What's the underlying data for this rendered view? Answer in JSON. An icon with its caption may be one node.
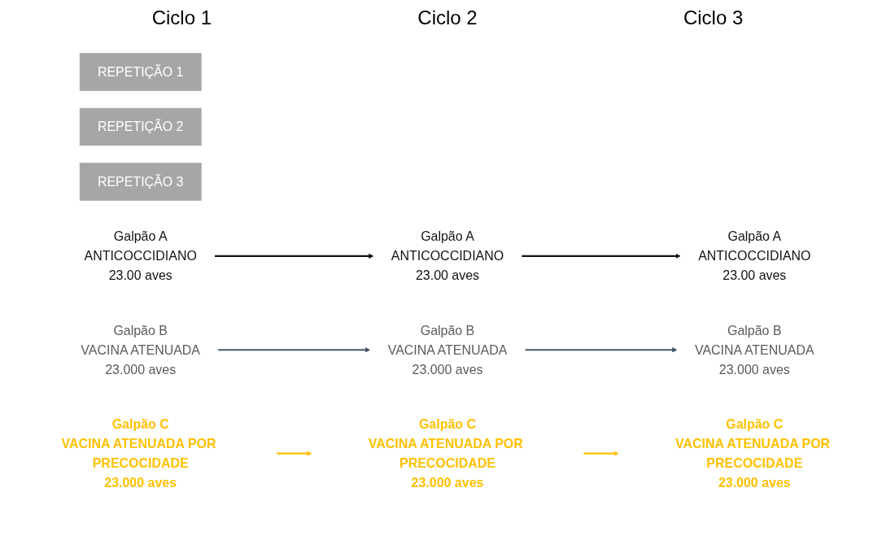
{
  "diagram": {
    "nodes": [
      {
        "text": [
          "REPETIÇÃO 1"
        ]
      },
      {
        "text": [
          "REPETIÇÃO 2"
        ]
      },
      {
        "text": [
          "REPETIÇÃO 3"
        ]
      },
      {
        "text": [
          "Galpão A",
          "ANTICOCCIDIANO",
          "23.00 aves"
        ]
      },
      {
        "text": [
          "Galpão A",
          "ANTICOCCIDIANO",
          "23.00 aves"
        ]
      },
      {
        "text": [
          "Galpão A",
          "ANTICOCCIDIANO",
          "23.00 aves"
        ]
      },
      {
        "text": [
          "Galpão B",
          "VACINA ATENUADA",
          "23.000 aves"
        ]
      },
      {
        "text": [
          "Galpão B",
          "VACINA ATENUADA",
          "23.000 aves"
        ]
      },
      {
        "text": [
          "Galpão B",
          "VACINA ATENUADA",
          "23.000 aves"
        ]
      },
      {
        "text": [
          "Galpão C",
          "VACINA ATENUADA POR PRECOCIDADE",
          "23.000 aves"
        ]
      },
      {
        "text": [
          "Galpão C",
          "VACINA ATENUADA POR PRECOCIDADE",
          "23.000 aves"
        ]
      },
      {
        "text": [
          "Galpão C",
          "VACINA ATENUADA POR PRECOCIDADE",
          "23.000 aves"
        ]
      }
    ],
    "edges": [
      {
        "from": 3,
        "to": 4,
        "arrow": "to",
        "color": "#111111"
      },
      {
        "from": 4,
        "to": 5,
        "arrow": "to",
        "color": "#111111"
      },
      {
        "from": 6,
        "to": 7,
        "arrow": "to",
        "color": "#44546a"
      },
      {
        "from": 7,
        "to": 8,
        "arrow": "to",
        "color": "#44546a"
      },
      {
        "from": 9,
        "to": 10,
        "arrow": "to",
        "color": "#ffc000"
      },
      {
        "from": 10,
        "to": 11,
        "arrow": "to",
        "color": "#ffc000"
      }
    ],
    "labels": [
      "Ciclo 1",
      "Ciclo 2",
      "Ciclo 3"
    ]
  }
}
